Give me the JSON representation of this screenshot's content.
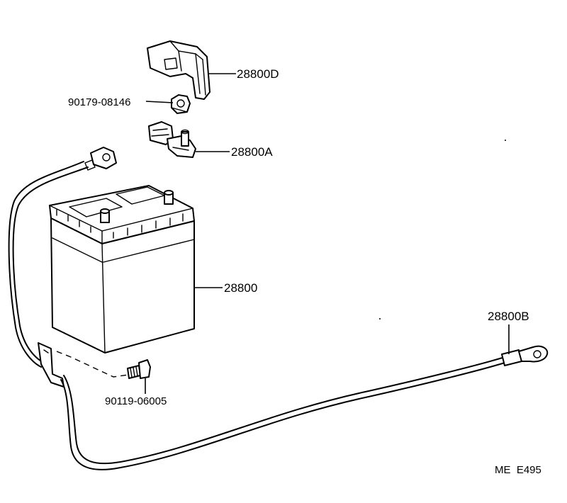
{
  "parts": {
    "terminal_cover": "28800D",
    "nut": "90179-08146",
    "positive_terminal": "28800A",
    "battery": "28800",
    "ground_cable": "28800B",
    "bolt": "90119-06005"
  },
  "diagram_code": "ME  E495"
}
